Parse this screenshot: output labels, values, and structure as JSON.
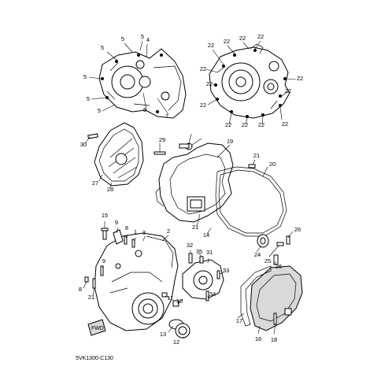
{
  "diagram": {
    "drawing_code": "5VK1300-C130",
    "badge_text": "FWD",
    "callouts": [
      "5",
      "5",
      "5",
      "5",
      "5",
      "5",
      "4",
      "6",
      "7",
      "22",
      "22",
      "22",
      "22",
      "22",
      "22",
      "22",
      "22",
      "22",
      "22",
      "22",
      "22",
      "22",
      "30",
      "29",
      "27",
      "28",
      "19",
      "20",
      "21",
      "21",
      "14",
      "15",
      "9",
      "8",
      "1",
      "2",
      "3",
      "9",
      "8",
      "21",
      "32",
      "35",
      "31",
      "33",
      "34",
      "11",
      "10",
      "13",
      "12",
      "26",
      "25",
      "24",
      "26",
      "17",
      "16",
      "18"
    ]
  }
}
